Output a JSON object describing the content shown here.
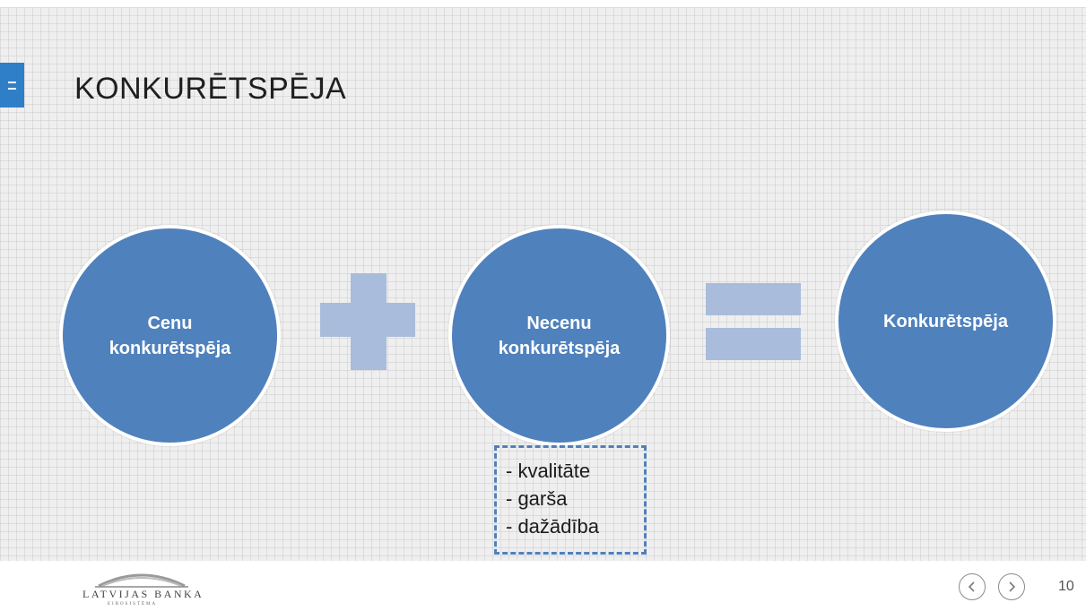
{
  "slide": {
    "title": "KONKURĒTSPĒJA",
    "circles": [
      {
        "label": "Cenu\nkonkurētspēja"
      },
      {
        "label": "Necenu\nkonkurētspēja"
      },
      {
        "label": "Konkurētspēja"
      }
    ],
    "note_items": [
      "- kvalitāte",
      "- garša",
      "- dažādība"
    ]
  },
  "footer": {
    "logo_text": "LATVIJAS BANKA",
    "logo_sub": "EIROSISTĒMA",
    "page_number": "10"
  },
  "colors": {
    "circle_fill": "#4f81bd",
    "operator_fill": "#a9bcdb",
    "menu_tab": "#2f7fc8"
  },
  "icons": {
    "menu": "menu-icon",
    "prev": "chevron-left-icon",
    "next": "chevron-right-icon"
  }
}
